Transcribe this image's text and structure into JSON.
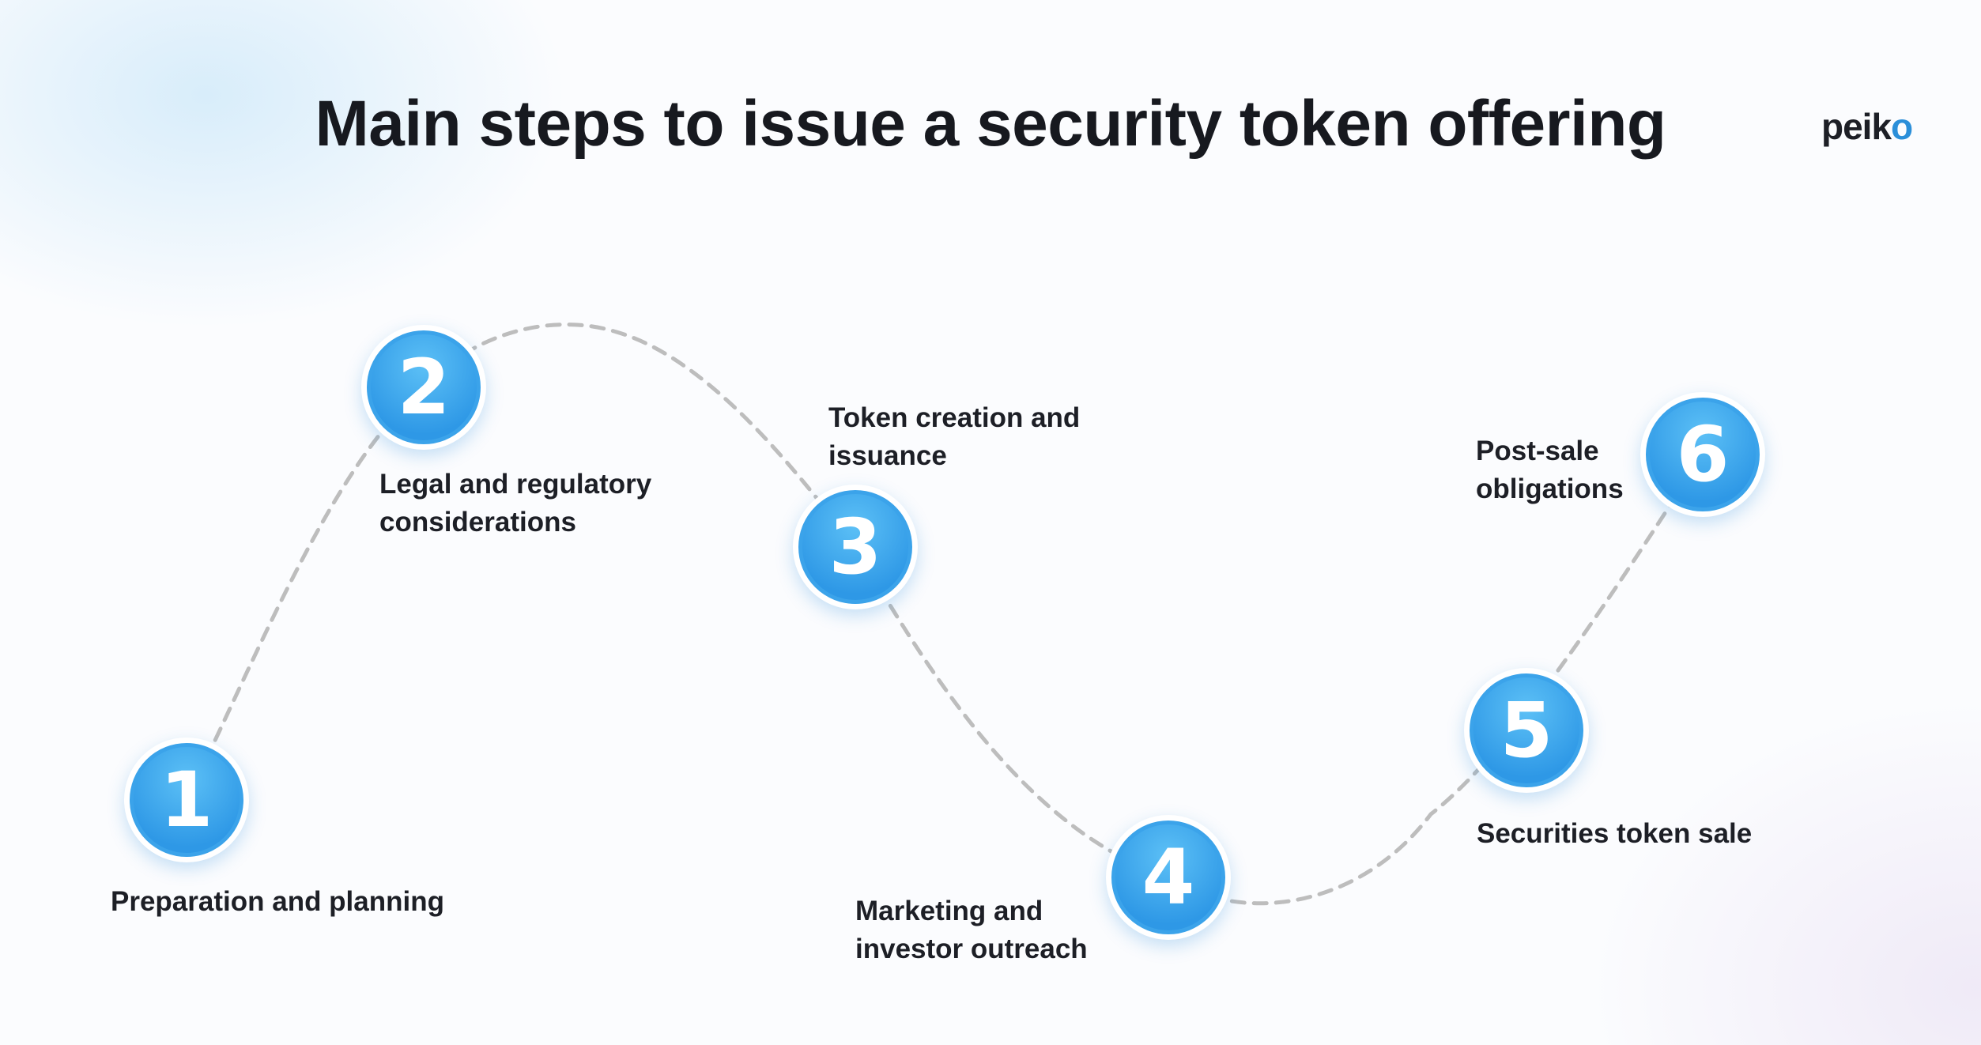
{
  "title": "Main steps to issue a security token offering",
  "logo": {
    "text": "peik",
    "mark": "o"
  },
  "colors": {
    "accent": "#3ba3ea",
    "path": "#bdbdbd",
    "text": "#1d1f26"
  },
  "steps": [
    {
      "number": "1",
      "lines": [
        "Preparation and planning"
      ]
    },
    {
      "number": "2",
      "lines": [
        "Legal and regulatory",
        "considerations"
      ]
    },
    {
      "number": "3",
      "lines": [
        "Token creation and",
        "issuance"
      ]
    },
    {
      "number": "4",
      "lines": [
        "Marketing and",
        "investor outreach"
      ]
    },
    {
      "number": "5",
      "lines": [
        "Securities token sale"
      ]
    },
    {
      "number": "6",
      "lines": [
        "Post-sale",
        "obligations"
      ]
    }
  ]
}
